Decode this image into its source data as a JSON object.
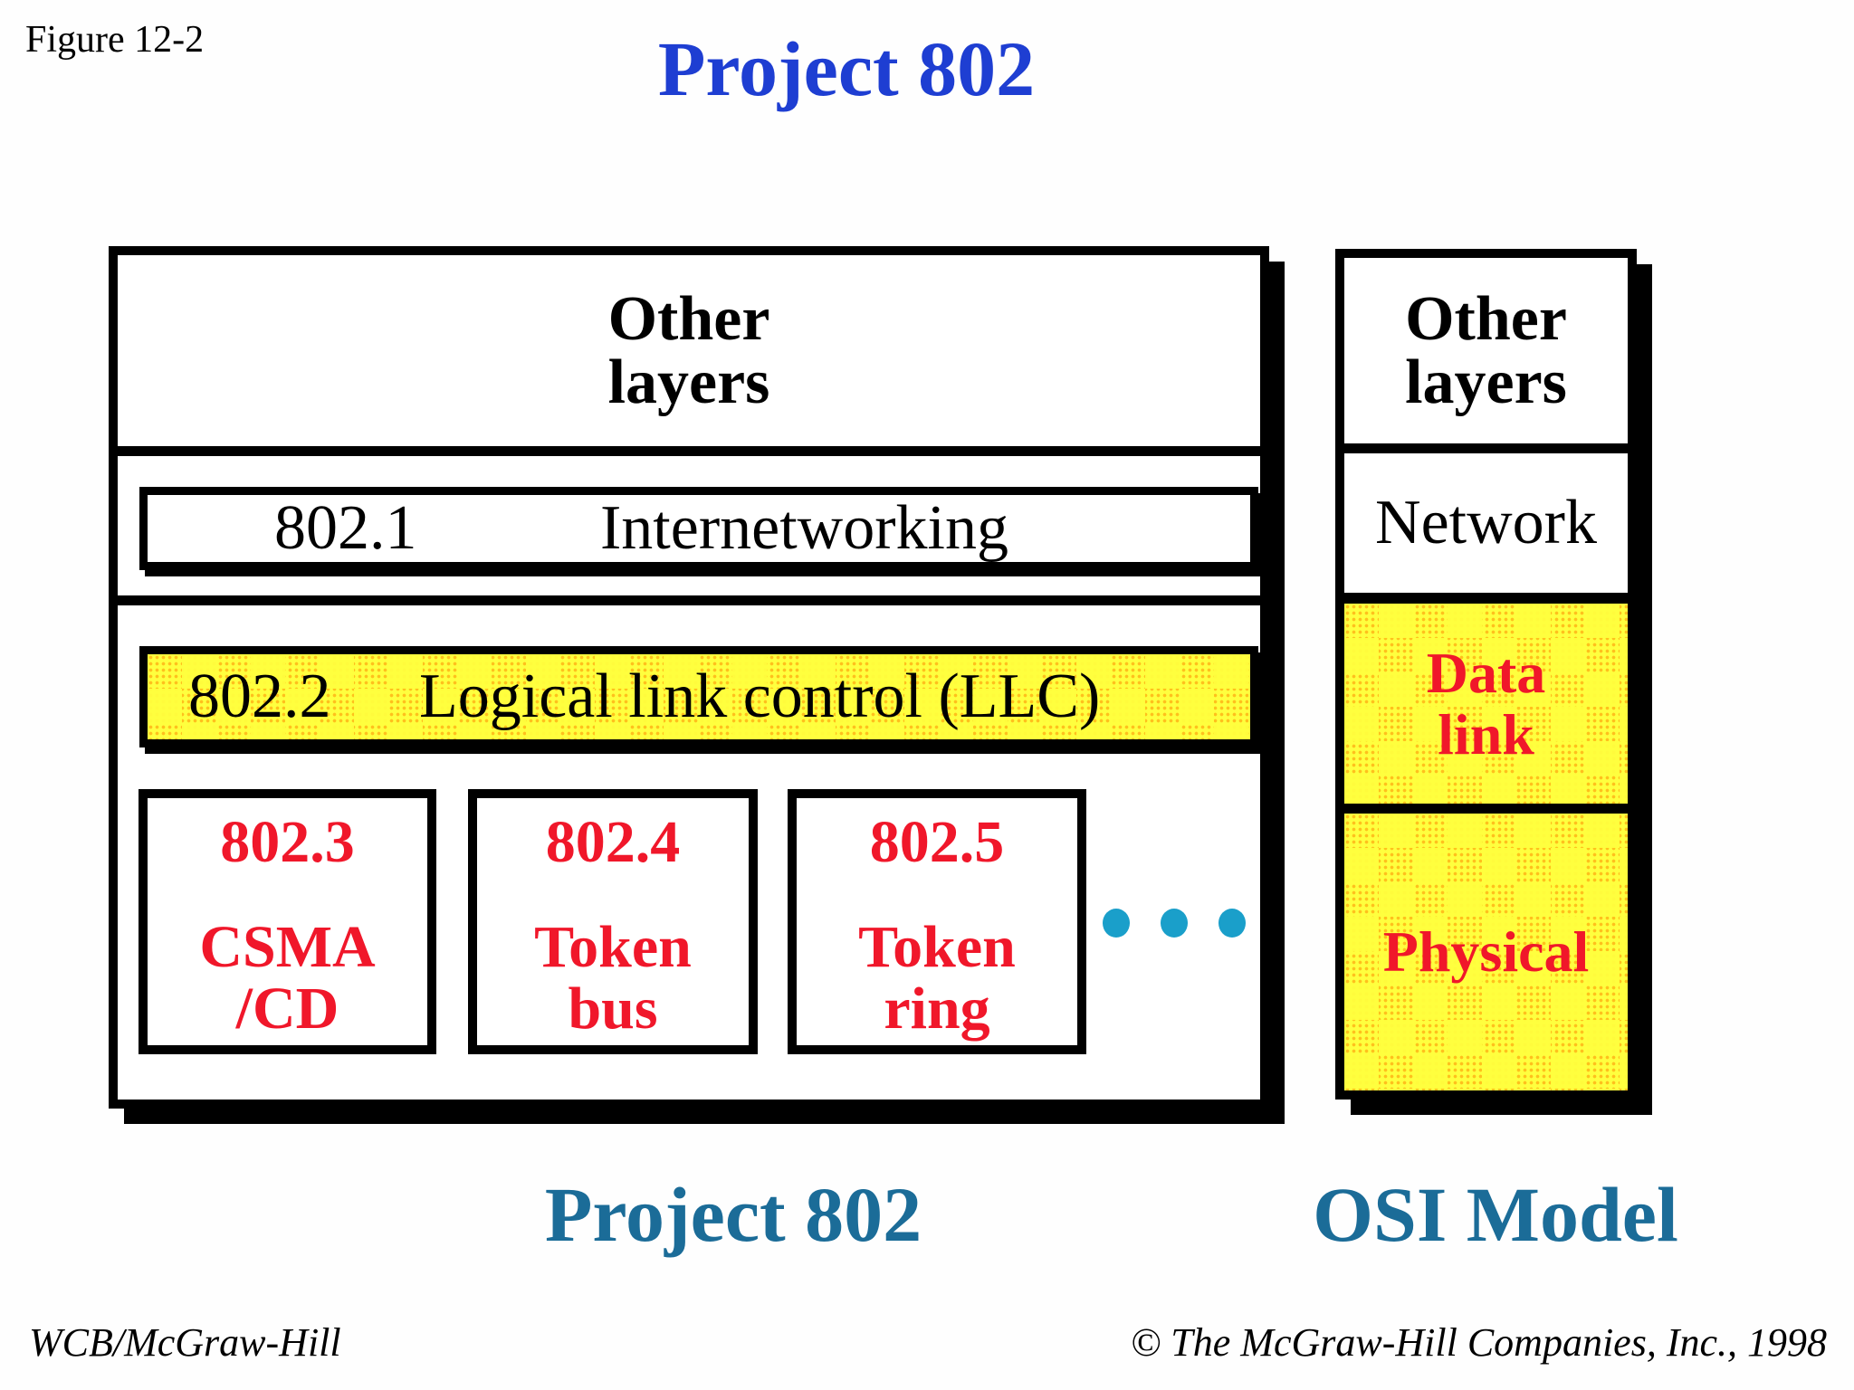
{
  "figure_label": "Figure 12-2",
  "title": "Project 802",
  "project802": {
    "other_layers": "Other\nlayers",
    "internetworking": {
      "code": "802.1",
      "label": "Internetworking"
    },
    "llc": {
      "code": "802.2",
      "label": "Logical link control (LLC)"
    },
    "mac_boxes": [
      {
        "code": "802.3",
        "name": "CSMA\n/CD"
      },
      {
        "code": "802.4",
        "name": "Token\nbus"
      },
      {
        "code": "802.5",
        "name": "Token\nring"
      }
    ],
    "ellipsis_dots": 3,
    "caption": "Project 802"
  },
  "osi": {
    "layers": [
      {
        "label": "Other\nlayers",
        "highlight": false
      },
      {
        "label": "Network",
        "highlight": false
      },
      {
        "label": "Data\nlink",
        "highlight": true
      },
      {
        "label": "Physical",
        "highlight": true
      }
    ],
    "caption": "OSI Model"
  },
  "footer": {
    "publisher": "WCB/McGraw-Hill",
    "copyright": "© The McGraw-Hill Companies, Inc., 1998"
  },
  "colors": {
    "title_blue": "#1e3ed2",
    "caption_blue": "#1b6c98",
    "accent_red": "#f0172a",
    "dots_cyan": "#1a9fca",
    "highlight_yellow": "#ffff3e",
    "pattern_orange": "#ff8c00"
  }
}
